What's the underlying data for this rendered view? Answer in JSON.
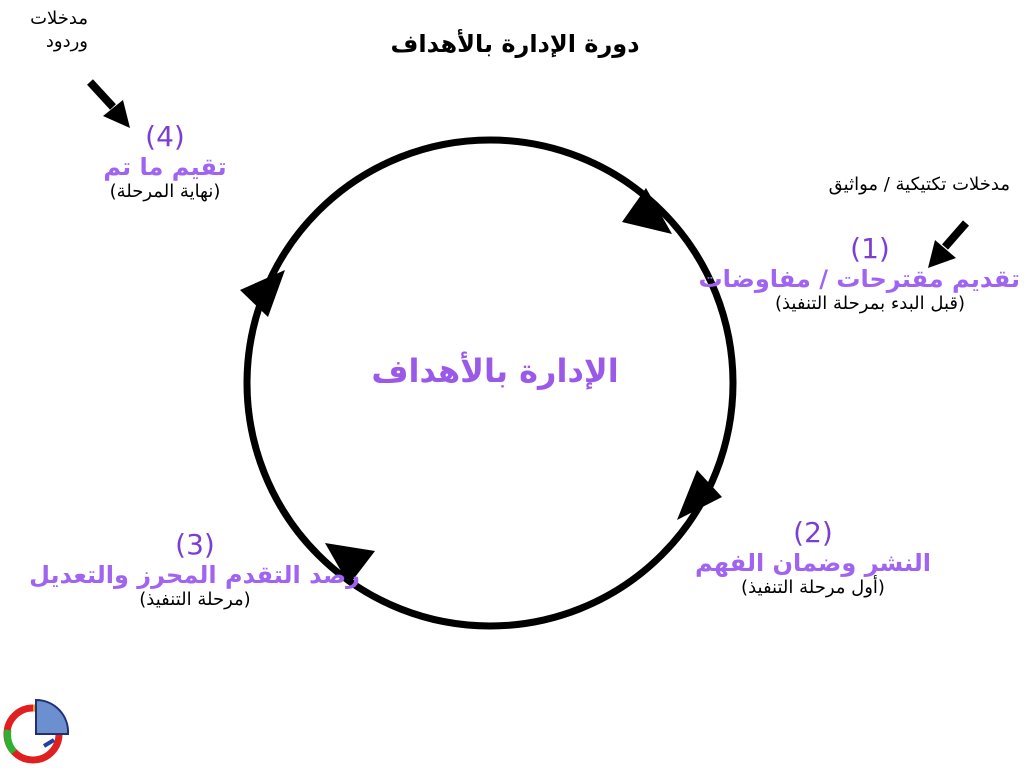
{
  "title": "دورة الإدارة بالأهداف",
  "center_label": "الإدارة بالأهداف",
  "top_left_note": "مدخلات وردود",
  "top_right_note": "مدخلات تكتيكية / مواثيق",
  "stages": [
    {
      "number": "(1)",
      "heading": "تقديم مقترحات / مفاوضات",
      "sub": "(قبل البدء بمرحلة التنفيذ)"
    },
    {
      "number": "(2)",
      "heading": "النشر وضمان الفهم",
      "sub": "(أول مرحلة التنفيذ)"
    },
    {
      "number": "(3)",
      "heading": "رصد التقدم المحرز والتعديل",
      "sub": "(مرحلة التنفيذ)"
    },
    {
      "number": "(4)",
      "heading": "تقيم ما تم",
      "sub": "(نهاية المرحلة)"
    }
  ],
  "colors": {
    "stage_number": "#7a3fd1",
    "stage_heading": "#a064f0",
    "center_label": "#9b59e8",
    "circle": "#000000"
  }
}
